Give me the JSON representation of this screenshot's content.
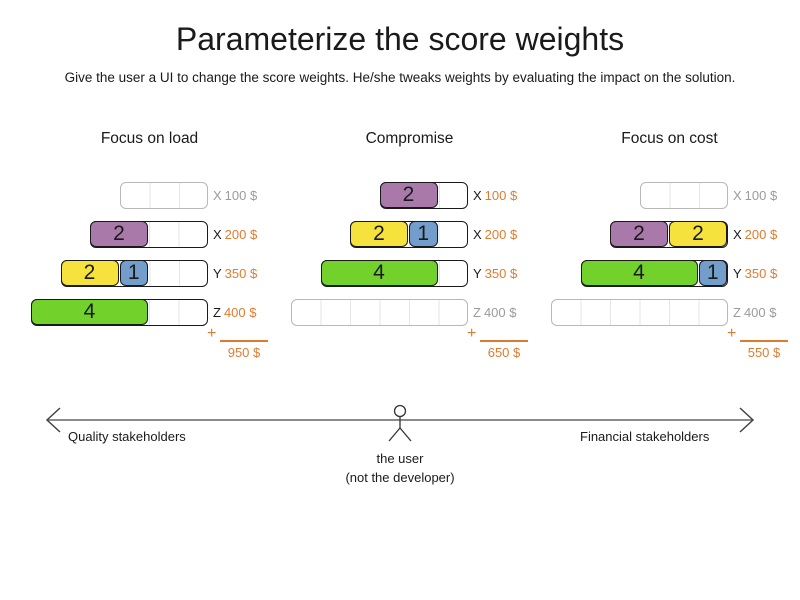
{
  "title": "Parameterize the score weights",
  "subtitle": "Give the user a UI to change the score weights. He/she tweaks weights by evaluating the impact on the solution.",
  "plus_sign": "+",
  "colors": {
    "purple": "#a97aa9",
    "yellow": "#f6e23c",
    "blue": "#739ecb",
    "green": "#72d22b",
    "orange": "#e07b2e",
    "muted_gray": "#9b9b9b",
    "arrow_gray": "#666666"
  },
  "columns": [
    {
      "header": "Focus on load",
      "rows": [
        {
          "capacity": 3,
          "active": false,
          "axis": "X",
          "cost": "100 $",
          "blocks": []
        },
        {
          "capacity": 4,
          "active": true,
          "axis": "X",
          "cost": "200 $",
          "blocks": [
            {
              "value": "2",
              "units": 2,
              "color": "purple"
            }
          ]
        },
        {
          "capacity": 5,
          "active": true,
          "axis": "Y",
          "cost": "350 $",
          "blocks": [
            {
              "value": "2",
              "units": 2,
              "color": "yellow"
            },
            {
              "value": "1",
              "units": 1,
              "color": "blue"
            }
          ]
        },
        {
          "capacity": 6,
          "active": true,
          "axis": "Z",
          "cost": "400 $",
          "blocks": [
            {
              "value": "4",
              "units": 4,
              "color": "green"
            }
          ]
        }
      ],
      "total": "950 $"
    },
    {
      "header": "Compromise",
      "rows": [
        {
          "capacity": 3,
          "active": true,
          "axis": "X",
          "cost": "100 $",
          "blocks": [
            {
              "value": "2",
              "units": 2,
              "color": "purple"
            }
          ]
        },
        {
          "capacity": 4,
          "active": true,
          "axis": "X",
          "cost": "200 $",
          "blocks": [
            {
              "value": "2",
              "units": 2,
              "color": "yellow"
            },
            {
              "value": "1",
              "units": 1,
              "color": "blue"
            }
          ]
        },
        {
          "capacity": 5,
          "active": true,
          "axis": "Y",
          "cost": "350 $",
          "blocks": [
            {
              "value": "4",
              "units": 4,
              "color": "green"
            }
          ]
        },
        {
          "capacity": 6,
          "active": false,
          "axis": "Z",
          "cost": "400 $",
          "blocks": []
        }
      ],
      "total": "650 $"
    },
    {
      "header": "Focus on cost",
      "rows": [
        {
          "capacity": 3,
          "active": false,
          "axis": "X",
          "cost": "100 $",
          "blocks": []
        },
        {
          "capacity": 4,
          "active": true,
          "axis": "X",
          "cost": "200 $",
          "blocks": [
            {
              "value": "2",
              "units": 2,
              "color": "purple"
            },
            {
              "value": "2",
              "units": 2,
              "color": "yellow"
            }
          ]
        },
        {
          "capacity": 5,
          "active": true,
          "axis": "Y",
          "cost": "350 $",
          "blocks": [
            {
              "value": "4",
              "units": 4,
              "color": "green"
            },
            {
              "value": "1",
              "units": 1,
              "color": "blue"
            }
          ]
        },
        {
          "capacity": 6,
          "active": false,
          "axis": "Z",
          "cost": "400 $",
          "blocks": []
        }
      ],
      "total": "550 $"
    }
  ],
  "axis_arrow": {
    "left_label": "Quality stakeholders",
    "right_label": "Financial stakeholders",
    "center_label_line1": "the user",
    "center_label_line2": "(not the developer)"
  }
}
